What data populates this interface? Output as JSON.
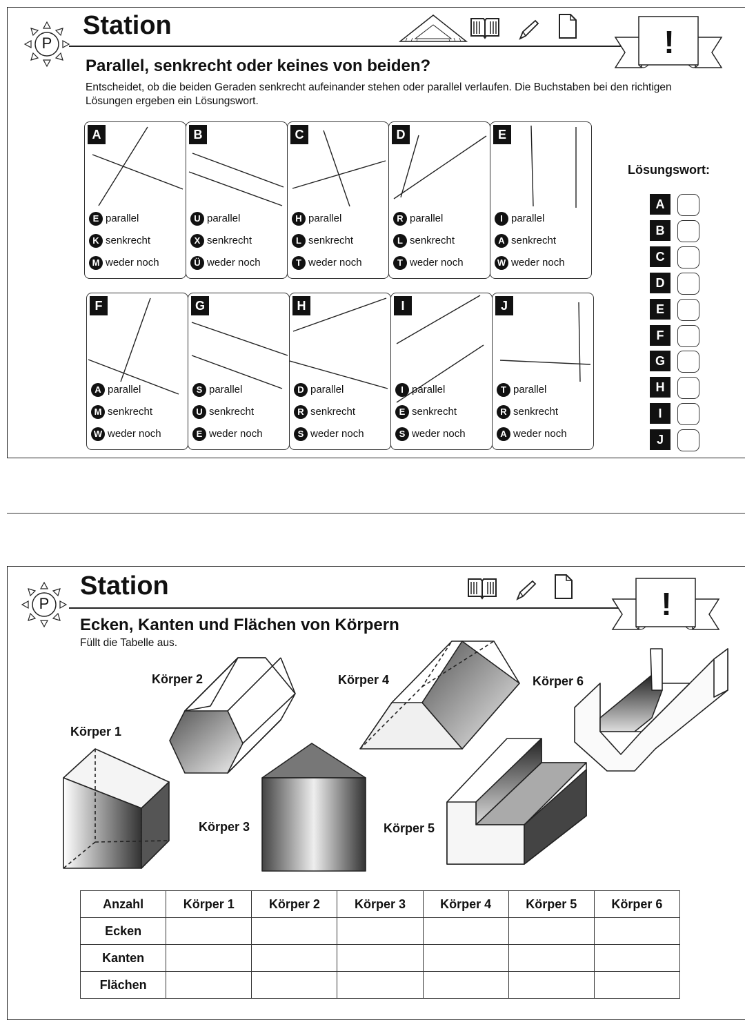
{
  "sheet1": {
    "badge": "P",
    "title": "Station",
    "alert": "!",
    "subtitle": "Parallel, senkrecht oder keines von beiden?",
    "instruction": "Entscheidet, ob die beiden Geraden senkrecht aufeinander stehen oder parallel verlaufen. Die Buchstaben bei den richtigen Lösungen ergeben ein Lösungswort.",
    "cards": [
      {
        "id": "A",
        "options": [
          {
            "letter": "E",
            "text": "parallel"
          },
          {
            "letter": "K",
            "text": "senkrecht"
          },
          {
            "letter": "M",
            "text": "weder noch"
          }
        ]
      },
      {
        "id": "B",
        "options": [
          {
            "letter": "U",
            "text": "parallel"
          },
          {
            "letter": "X",
            "text": "senkrecht"
          },
          {
            "letter": "Ü",
            "text": "weder noch"
          }
        ]
      },
      {
        "id": "C",
        "options": [
          {
            "letter": "H",
            "text": "parallel"
          },
          {
            "letter": "L",
            "text": "senkrecht"
          },
          {
            "letter": "T",
            "text": "weder noch"
          }
        ]
      },
      {
        "id": "D",
        "options": [
          {
            "letter": "R",
            "text": "parallel"
          },
          {
            "letter": "L",
            "text": "senkrecht"
          },
          {
            "letter": "T",
            "text": "weder noch"
          }
        ]
      },
      {
        "id": "E",
        "options": [
          {
            "letter": "I",
            "text": "parallel"
          },
          {
            "letter": "A",
            "text": "senkrecht"
          },
          {
            "letter": "W",
            "text": "weder noch"
          }
        ]
      },
      {
        "id": "F",
        "options": [
          {
            "letter": "A",
            "text": "parallel"
          },
          {
            "letter": "M",
            "text": "senkrecht"
          },
          {
            "letter": "W",
            "text": "weder noch"
          }
        ]
      },
      {
        "id": "G",
        "options": [
          {
            "letter": "S",
            "text": "parallel"
          },
          {
            "letter": "U",
            "text": "senkrecht"
          },
          {
            "letter": "E",
            "text": "weder noch"
          }
        ]
      },
      {
        "id": "H",
        "options": [
          {
            "letter": "D",
            "text": "parallel"
          },
          {
            "letter": "R",
            "text": "senkrecht"
          },
          {
            "letter": "S",
            "text": "weder noch"
          }
        ]
      },
      {
        "id": "I",
        "options": [
          {
            "letter": "I",
            "text": "parallel"
          },
          {
            "letter": "E",
            "text": "senkrecht"
          },
          {
            "letter": "S",
            "text": "weder noch"
          }
        ]
      },
      {
        "id": "J",
        "options": [
          {
            "letter": "T",
            "text": "parallel"
          },
          {
            "letter": "R",
            "text": "senkrecht"
          },
          {
            "letter": "A",
            "text": "weder noch"
          }
        ]
      }
    ],
    "solution_label": "Lösungswort:",
    "solution_letters": [
      "A",
      "B",
      "C",
      "D",
      "E",
      "F",
      "G",
      "H",
      "I",
      "J"
    ]
  },
  "sheet2": {
    "badge": "P",
    "title": "Station",
    "alert": "!",
    "subtitle": "Ecken, Kanten und Flächen von Körpern",
    "instruction": "Füllt die Tabelle aus.",
    "bodies": [
      "Körper 1",
      "Körper 2",
      "Körper 3",
      "Körper 4",
      "Körper 5",
      "Körper 6"
    ],
    "table": {
      "corner": "Anzahl",
      "columns": [
        "Körper 1",
        "Körper 2",
        "Körper 3",
        "Körper 4",
        "Körper 5",
        "Körper 6"
      ],
      "rows": [
        "Ecken",
        "Kanten",
        "Flächen"
      ]
    }
  }
}
